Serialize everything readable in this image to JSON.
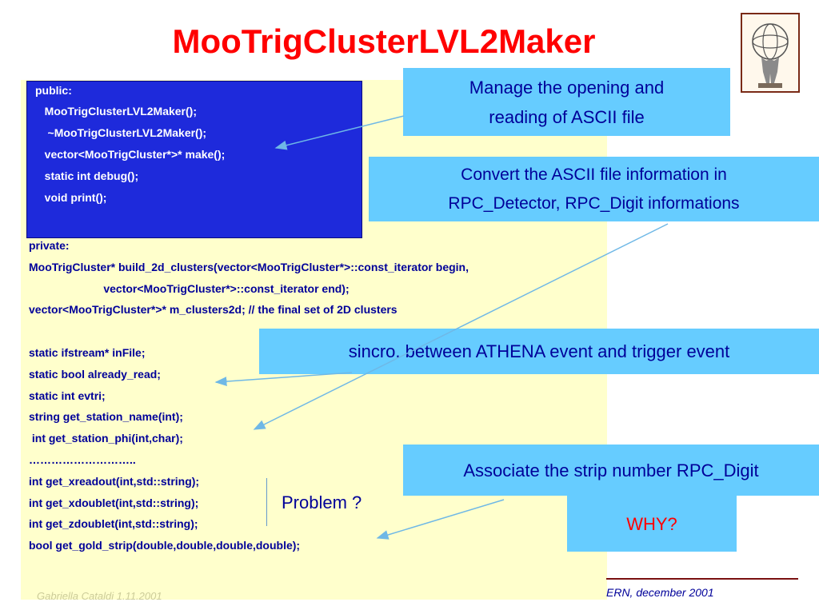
{
  "title": "MooTrigClusterLVL2Maker",
  "public_block": [
    "public:",
    "   MooTrigClusterLVL2Maker();",
    "    ~MooTrigClusterLVL2Maker();",
    "   vector<MooTrigCluster*>* make();",
    "   static int debug();",
    "   void print();"
  ],
  "private_block": [
    "private:",
    "MooTrigCluster* build_2d_clusters(vector<MooTrigCluster*>::const_iterator begin,",
    "                        vector<MooTrigCluster*>::const_iterator end);",
    "vector<MooTrigCluster*>* m_clusters2d; // the final set of 2D clusters",
    "",
    "static ifstream* inFile;",
    "static bool already_read;",
    "static int evtri;",
    "string get_station_name(int);",
    " int get_station_phi(int,char);",
    "………………………..",
    "int get_xreadout(int,std::string);",
    "int get_xdoublet(int,std::string);",
    "int get_zdoublet(int,std::string);",
    "bool get_gold_strip(double,double,double,double);"
  ],
  "callouts": {
    "manage": [
      "Manage the opening and",
      "reading of ASCII file"
    ],
    "convert": [
      "Convert the ASCII file information in",
      "RPC_Detector, RPC_Digit informations"
    ],
    "sincro": "sincro. between ATHENA event and trigger event",
    "associate": "Associate the strip number RPC_Digit",
    "why": "WHY?"
  },
  "problem": "Problem ?",
  "footer": {
    "right": "ERN, december 2001",
    "left": "Gabriella Cataldi  1.11.2001"
  },
  "colors": {
    "title": "#ff0000",
    "code_panel": "#ffffcc",
    "public_box": "#1e2adb",
    "callout": "#66ccff",
    "text_navy": "#000099"
  }
}
